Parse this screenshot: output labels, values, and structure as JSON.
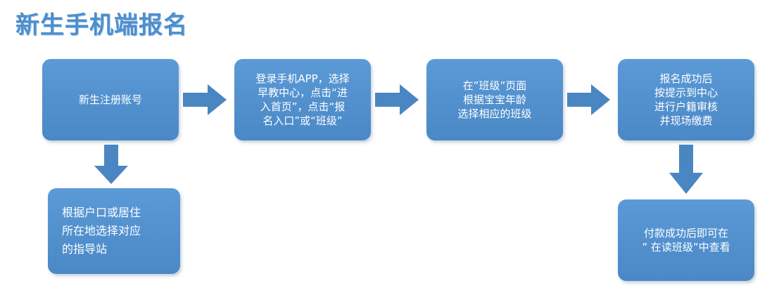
{
  "title": "新生手机端报名",
  "colors": {
    "box": "#4e8dcb",
    "arrow": "#4a86c2",
    "title": "#4d8fcc"
  },
  "steps": {
    "register": "新生注册账号",
    "login": "登录手机APP，选择\n早教中心，点击“进\n入首页”，点击“报\n名入口”或“班级”",
    "choose_class": "在”班级”页面\n根据宝宝年龄\n选择相应的班级",
    "verify_pay": "报名成功后\n按提示到中心\n进行户籍审核\n并现场缴费",
    "guide_station": "根据户口或居住\n所在地选择对应\n的指导站",
    "view_result": "付款成功后即可在\n” 在读班级”中查看"
  }
}
